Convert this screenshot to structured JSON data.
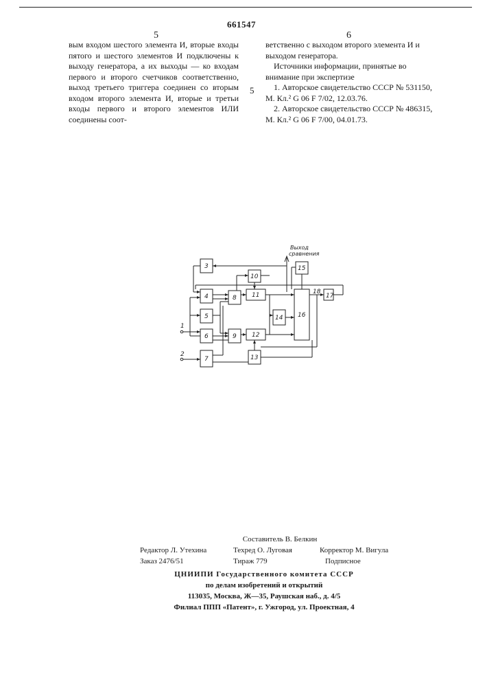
{
  "header": {
    "patent_number": "661547",
    "left_column_number": "5",
    "right_column_number": "6",
    "line_marker": "5"
  },
  "left_column": {
    "text": "вым входом шестого элемента И, вторые входы пятого и шестого элементов И подключены к выходу генератора, а их выходы — ко входам первого и второго счетчиков соответственно, выход третьего триггера соединен со вторым входом второго элемента И, вторые и третьи входы первого и второго элементов ИЛИ соединены соот-"
  },
  "right_column": {
    "continuation": "ветственно с выходом второго элемента И и выходом генератора.",
    "sources_heading": "Источники информации, принятые во внимание при экспертизе",
    "source_1": "1. Авторское свидетельство СССР № 531150, М. Кл.² G 06 F 7/02, 12.03.76.",
    "source_2": "2. Авторское свидетельство СССР № 486315, М. Кл.² G 06 F 7/00, 04.01.73."
  },
  "diagram": {
    "output_label_line1": "Выход",
    "output_label_line2": "сравнения",
    "input_1": "1",
    "input_2": "2",
    "blocks": [
      "3",
      "4",
      "5",
      "6",
      "7",
      "8",
      "9",
      "10",
      "11",
      "12",
      "13",
      "14",
      "15",
      "16",
      "17",
      "18"
    ]
  },
  "footer": {
    "compiler": "Составитель В. Белкин",
    "editor": "Редактор Л. Утехина",
    "tech_editor": "Техред О. Луговая",
    "corrector": "Корректор М. Вигула",
    "order": "Заказ 2476/51",
    "circulation": "Тираж 779",
    "subscription": "Подписное",
    "org_line1": "ЦНИИПИ Государственного комитета СССР",
    "org_line2": "по делам изобретений и открытий",
    "org_line3": "113035, Москва, Ж—35, Раушская наб., д. 4/5",
    "org_line4": "Филиал ППП «Патент», г. Ужгород, ул. Проектная, 4"
  }
}
